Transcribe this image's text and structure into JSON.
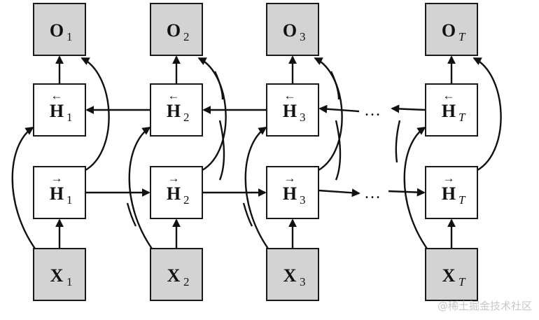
{
  "colors": {
    "input_output_fill": "#d3d3d3",
    "hidden_fill": "#ffffff",
    "stroke": "#111111"
  },
  "columns": [
    {
      "key": "1",
      "sub": "1",
      "italic": false
    },
    {
      "key": "2",
      "sub": "2",
      "italic": false
    },
    {
      "key": "3",
      "sub": "3",
      "italic": false
    },
    {
      "key": "T",
      "sub": "T",
      "italic": true
    }
  ],
  "nodes": {
    "output_letter": "O",
    "hidden_letter": "H",
    "input_letter": "X",
    "backward_arrow": "←",
    "forward_arrow": "→"
  },
  "ellipsis": "…",
  "watermark": "@稀土掘金技术社区"
}
